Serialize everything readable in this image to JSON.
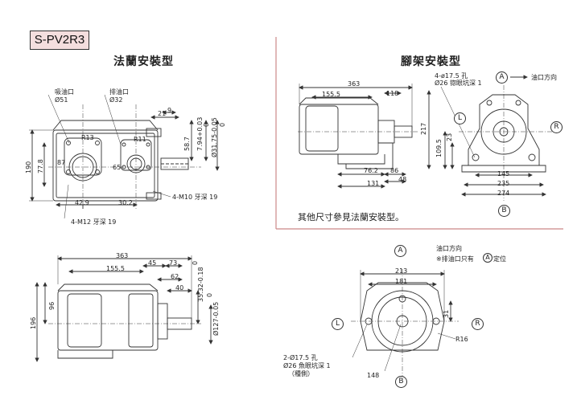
{
  "model": "S-PV2R3",
  "titles": {
    "flange": "法蘭安裝型",
    "foot": "腳架安裝型"
  },
  "flange_view": {
    "suction_port": "吸油口",
    "suction_dia": "Ø51",
    "discharge_port": "排油口",
    "discharge_dia": "Ø32",
    "r13": "R13",
    "r11": "R11",
    "d87": "87",
    "d65": "65",
    "d190": "190",
    "d77_8": "77.8",
    "d42_9": "42.9",
    "d30_2": "30.2",
    "d21": "21",
    "d9": "9",
    "d58_7": "58.7",
    "d7_94": "7.94+0.03",
    "d7_94b": "0",
    "d31_75": "Ø31.75-0.05",
    "d31_75b": "0",
    "m10": "4-M10 牙深 19",
    "m12": "4-M12 牙深 19"
  },
  "foot_view": {
    "d363": "363",
    "d155_5": "155.5",
    "d118": "118",
    "d217": "217",
    "d109_5": "109.5",
    "d23": "23",
    "d76_2": "76.2",
    "d86": "86",
    "d131": "131",
    "d48": "48",
    "hole_note_1": "4-ø17.5  孔",
    "hole_note_2": "Ø26  锪眼坑深 1",
    "oil_dir": "油口方向",
    "d145": "145",
    "d235": "235",
    "d274": "274",
    "mark_A": "A",
    "mark_L": "L",
    "mark_R": "R",
    "mark_B": "B",
    "note": "其他尺寸參見法蘭安裝型。"
  },
  "side_view": {
    "d363": "363",
    "d45": "45",
    "d73": "73",
    "d155_5": "155.5",
    "d62": "62",
    "d40": "40",
    "d96": "96",
    "d196": "196",
    "d35_32": "35.32-0.18",
    "d35_32b": "0",
    "d127": "Ø127-0.05",
    "d127b": "0"
  },
  "front_view": {
    "oil_dir": "油口方向",
    "only_port": "※排油口只有",
    "locate": "定位",
    "d213": "213",
    "d181": "181",
    "d31": "31",
    "r16": "R16",
    "hole_note_1": "2-Ø17.5  孔",
    "hole_note_2": "Ø26  魚眼坑深 1",
    "hole_note_3": "（種側）",
    "d148": "148",
    "mark_A": "A",
    "mark_L": "L",
    "mark_R": "R",
    "mark_B": "B"
  }
}
